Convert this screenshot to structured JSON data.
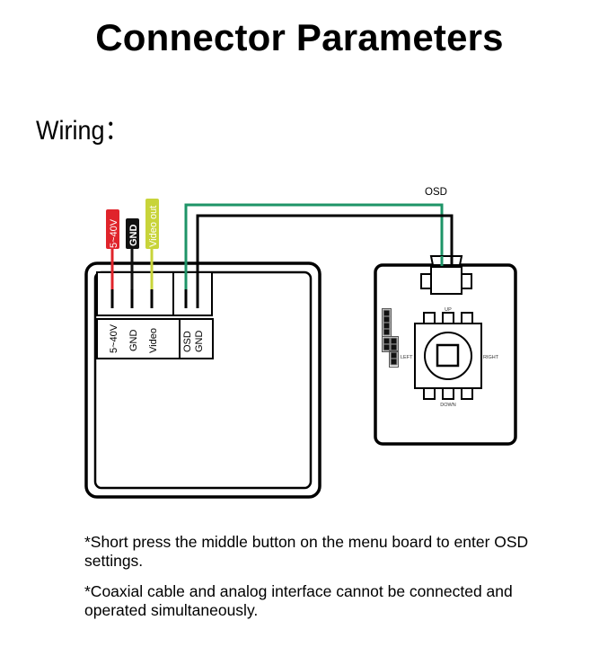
{
  "title": "Connector Parameters",
  "subtitle": "Wiring：",
  "diagram": {
    "camera_board": {
      "wire_labels": [
        "5~40V",
        "GND",
        "Video out"
      ],
      "power_pin_labels": [
        "5~40V",
        "GND",
        "Video"
      ],
      "osd_pin_labels": [
        "OSD",
        "GND"
      ]
    },
    "menu_board": {
      "cable_label": "OSD",
      "button_labels": {
        "up": "UP",
        "down": "DOWN",
        "left": "LEFT",
        "right": "RIGHT"
      }
    },
    "colors": {
      "power_wire": "#e0242b",
      "ground_wire": "#111111",
      "video_wire": "#c8d43a",
      "osd_wire": "#1e9467"
    }
  },
  "notes": [
    "*Short press the middle button on the menu board to enter OSD settings.",
    "*Coaxial cable and analog interface cannot be connected and operated simultaneously."
  ]
}
